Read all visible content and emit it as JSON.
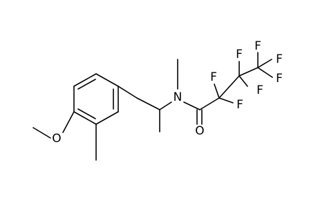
{
  "molecule": {
    "atoms": {
      "oxygen_methoxy": "O",
      "nitrogen": "N",
      "oxygen_carbonyl": "O",
      "fluorine_1": "F",
      "fluorine_2": "F",
      "fluorine_3": "F",
      "fluorine_4": "F",
      "fluorine_5": "F",
      "fluorine_6": "F",
      "fluorine_7": "F"
    }
  },
  "colors": {
    "bond": "#000000",
    "label": "#000000",
    "background": "#ffffff"
  }
}
